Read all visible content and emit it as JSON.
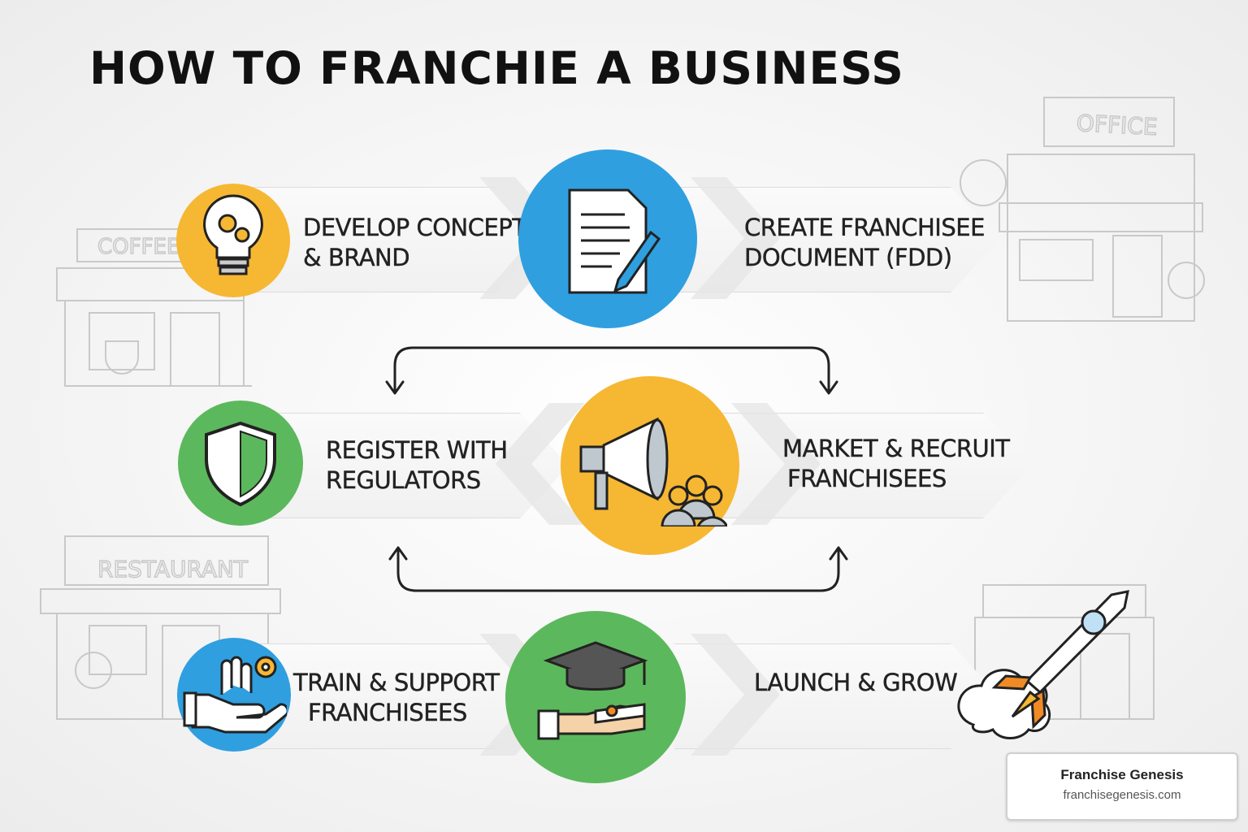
{
  "title": "HOW TO FRANCHIE A BUSINESS",
  "steps": [
    {
      "label_line1": "DEVELOP CONCEPT",
      "label_line2": "& BRAND",
      "icon": "lightbulb-gears-icon",
      "color": "#f6b733"
    },
    {
      "label_line1": "CREATE FRANCHISEE",
      "label_line2": "DOCUMENT (FDD)",
      "icon": "document-pen-icon",
      "color": "#2f9fe0"
    },
    {
      "label_line1": "REGISTER WITH",
      "label_line2": "REGULATORS",
      "icon": "shield-icon",
      "color": "#5cb85c"
    },
    {
      "label_line1": "MARKET & RECRUIT",
      "label_line2": "FRANCHISEES",
      "icon": "megaphone-people-icon",
      "color": "#f6b733"
    },
    {
      "label_line1": "TRAIN & SUPPORT",
      "label_line2": "FRANCHISEES",
      "icon": "hands-gear-icon",
      "color": "#2f9fe0"
    },
    {
      "label_line1": "LAUNCH & GROW",
      "label_line2": "",
      "icon": "rocket-icon",
      "color": "#f08a24"
    }
  ],
  "center_bottom_icon": "graduation-handshake-icon",
  "background_signs": {
    "coffee": "COFFEE",
    "office": "OFFICE",
    "restaurant": "RESTAURANT"
  },
  "badge": {
    "name": "Franchise Genesis",
    "url": "franchisegenesis.com"
  }
}
